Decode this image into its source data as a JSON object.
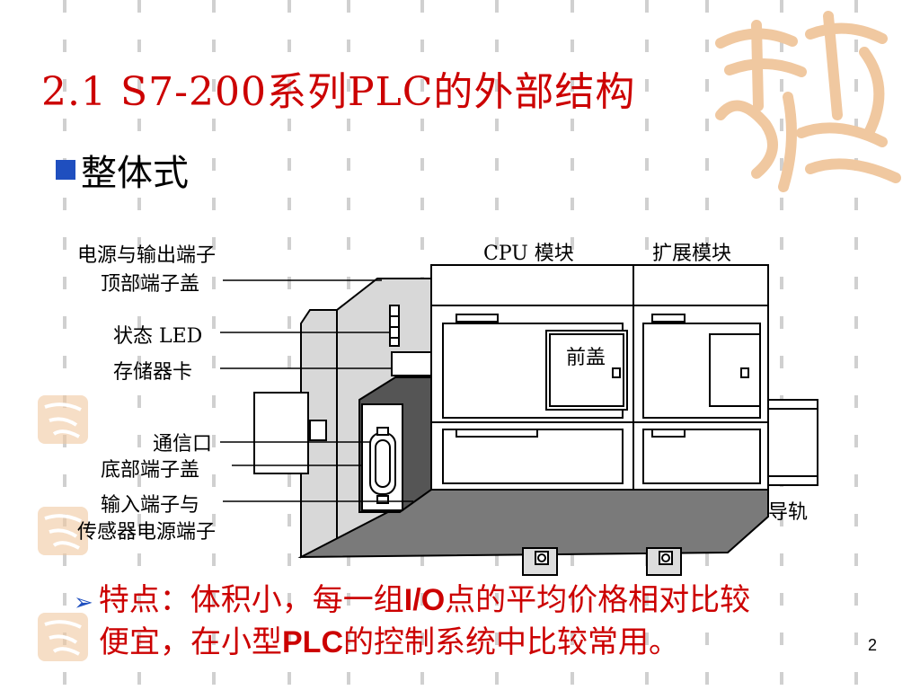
{
  "slide": {
    "title": "2.1 S7-200系列PLC的外部结构",
    "subtitle": "整体式",
    "page_number": "2"
  },
  "diagram": {
    "labels_left": {
      "power_output_l1": "电源与输出端子",
      "power_output_l2": "顶部端子盖",
      "status_led": "状态 LED",
      "memory_card": "存储器卡",
      "comm_port": "通信口",
      "bottom_cover": "底部端子盖",
      "input_l1": "输入端子与",
      "input_l2": "传感器电源端子"
    },
    "label_cpu_module": "CPU 模块",
    "label_expansion_module": "扩展模块",
    "label_front_cover": "前盖",
    "label_rail": "导轨"
  },
  "feature": {
    "line1_a": "特点：体积小，每一组",
    "line1_b": "I/O",
    "line1_c": "点的平均价格相对比较",
    "line2_a": "便宜，在小型",
    "line2_b": "PLC",
    "line2_c": "的控制系统中比较常用。"
  },
  "colors": {
    "title": "#cc0000",
    "bullet": "#1f4fbf",
    "seal": "#f0c8a0"
  }
}
